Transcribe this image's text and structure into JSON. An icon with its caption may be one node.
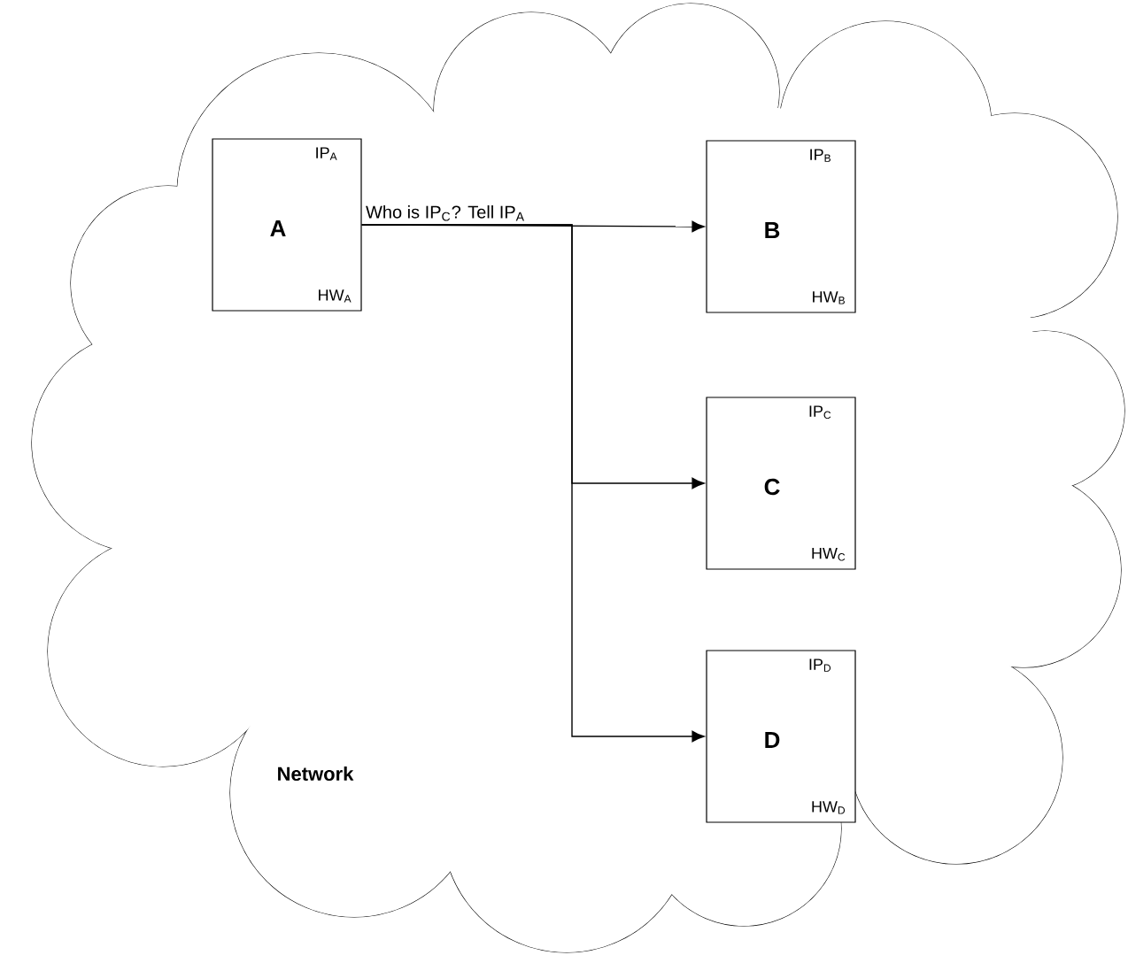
{
  "diagram": {
    "nodes": [
      {
        "text": [
          "Network"
        ]
      },
      {
        "text": [
          "A",
          "IP$_{A}$",
          "HW$_{A}$"
        ],
        "in": 0
      },
      {
        "text": [
          "B",
          "IP$_{B}$",
          "HW$_{B}$"
        ],
        "in": 0
      },
      {
        "text": [
          "C",
          "IP$_{C}$",
          "HW$_{C}$"
        ],
        "in": 0
      },
      {
        "text": [
          "D",
          "IP$_{D}$",
          "HW$_{D}$"
        ],
        "in": 0
      }
    ],
    "edges": [
      {
        "from": 1,
        "to": 2,
        "arrow": "to",
        "label": "Who is IP$_{C}$? Tell IP$_{A}$"
      },
      {
        "from": 1,
        "to": 3,
        "arrow": "to"
      },
      {
        "from": 1,
        "to": 4,
        "arrow": "to"
      }
    ]
  }
}
